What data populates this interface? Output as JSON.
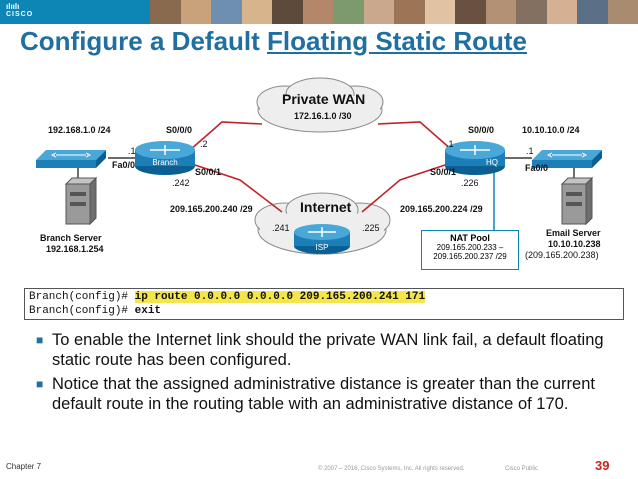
{
  "header": {
    "logo_text": "CISCO",
    "photo_colors": [
      "#8a6a4e",
      "#c9a27c",
      "#6f8fb0",
      "#d8b48c",
      "#5e4a3a",
      "#b5876a",
      "#7d9a6e",
      "#caa88e",
      "#9c7456",
      "#e1c3a3",
      "#6a5040",
      "#b39175",
      "#847060",
      "#d6b092",
      "#5b6f86",
      "#a98b6f"
    ]
  },
  "slide": {
    "title_prefix": "Configure a Default ",
    "title_underlined": "Floating Static Route"
  },
  "diagram": {
    "private_wan": {
      "title": "Private WAN",
      "subnet": "172.16.1.0 /30"
    },
    "internet": {
      "title": "Internet"
    },
    "branch": {
      "name": "Branch",
      "lan": "192.168.1.0 /24",
      "s000": "S0/0/0",
      "s000_ip": ".2",
      "s001": "S0/0/1",
      "s001_ip": ".242",
      "fa00": "Fa0/0",
      "fa00_ip": ".1"
    },
    "hq": {
      "name": "HQ",
      "lan": "10.10.10.0 /24",
      "s000": "S0/0/0",
      "s000_ip": ".1",
      "s001": "S0/0/1",
      "s001_ip": ".226",
      "fa00": "Fa0/0",
      "fa00_ip": ".1"
    },
    "isp": {
      "name": "ISP",
      "left_ip": ".241",
      "right_ip": ".225"
    },
    "left_net": "209.165.200.240 /29",
    "right_net": "209.165.200.224 /29",
    "branch_server": {
      "name": "Branch Server",
      "ip": "192.168.1.254"
    },
    "email_server": {
      "name": "Email Server",
      "ip": "10.10.10.238",
      "public_ip": "(209.165.200.238)"
    },
    "nat_pool": {
      "title": "NAT Pool",
      "line1": "209.165.200.233 –",
      "line2": "209.165.200.237 /29"
    }
  },
  "commands": [
    {
      "prompt": "Branch(config)# ",
      "cmd": "ip route 0.0.0.0 0.0.0.0 209.165.200.241 171",
      "highlight": true
    },
    {
      "prompt": "Branch(config)# ",
      "cmd": "exit",
      "highlight": false
    }
  ],
  "bullets": [
    "To enable the Internet link should the private WAN link fail, a default floating static route has been configured.",
    "Notice that the assigned administrative distance is greater than the current default route in the routing table with an administrative distance of 170."
  ],
  "footer": {
    "chapter": "Chapter 7",
    "copyright": "© 2007 – 2016, Cisco Systems, Inc. All rights reserved.",
    "classification": "Cisco Public",
    "page": "39"
  },
  "colors": {
    "accent_blue": "#0d86b5",
    "title_blue": "#1f6fa0",
    "highlight": "#f4e54a",
    "page_red": "#c8261e"
  }
}
